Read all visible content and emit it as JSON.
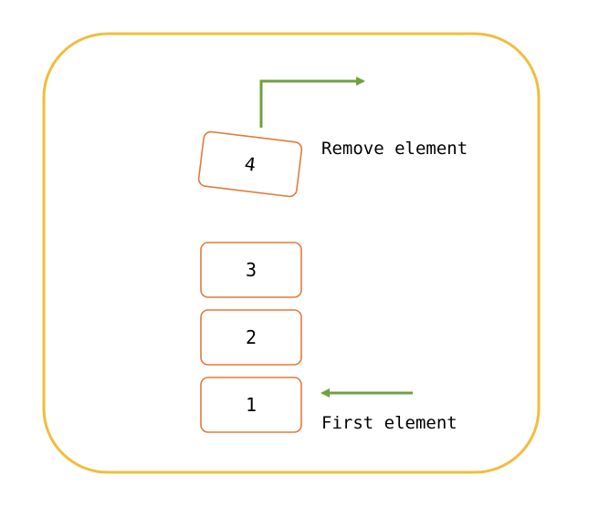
{
  "colors": {
    "container_border": "#F0BE3C",
    "element_border": "#E07B39",
    "arrow": "#70A040",
    "text": "#000000",
    "background": "#FFFFFF"
  },
  "stack": {
    "elements": [
      {
        "label": "1"
      },
      {
        "label": "2"
      },
      {
        "label": "3"
      },
      {
        "label": "4"
      }
    ]
  },
  "annotations": {
    "remove_label": "Remove element",
    "first_label": "First element"
  }
}
